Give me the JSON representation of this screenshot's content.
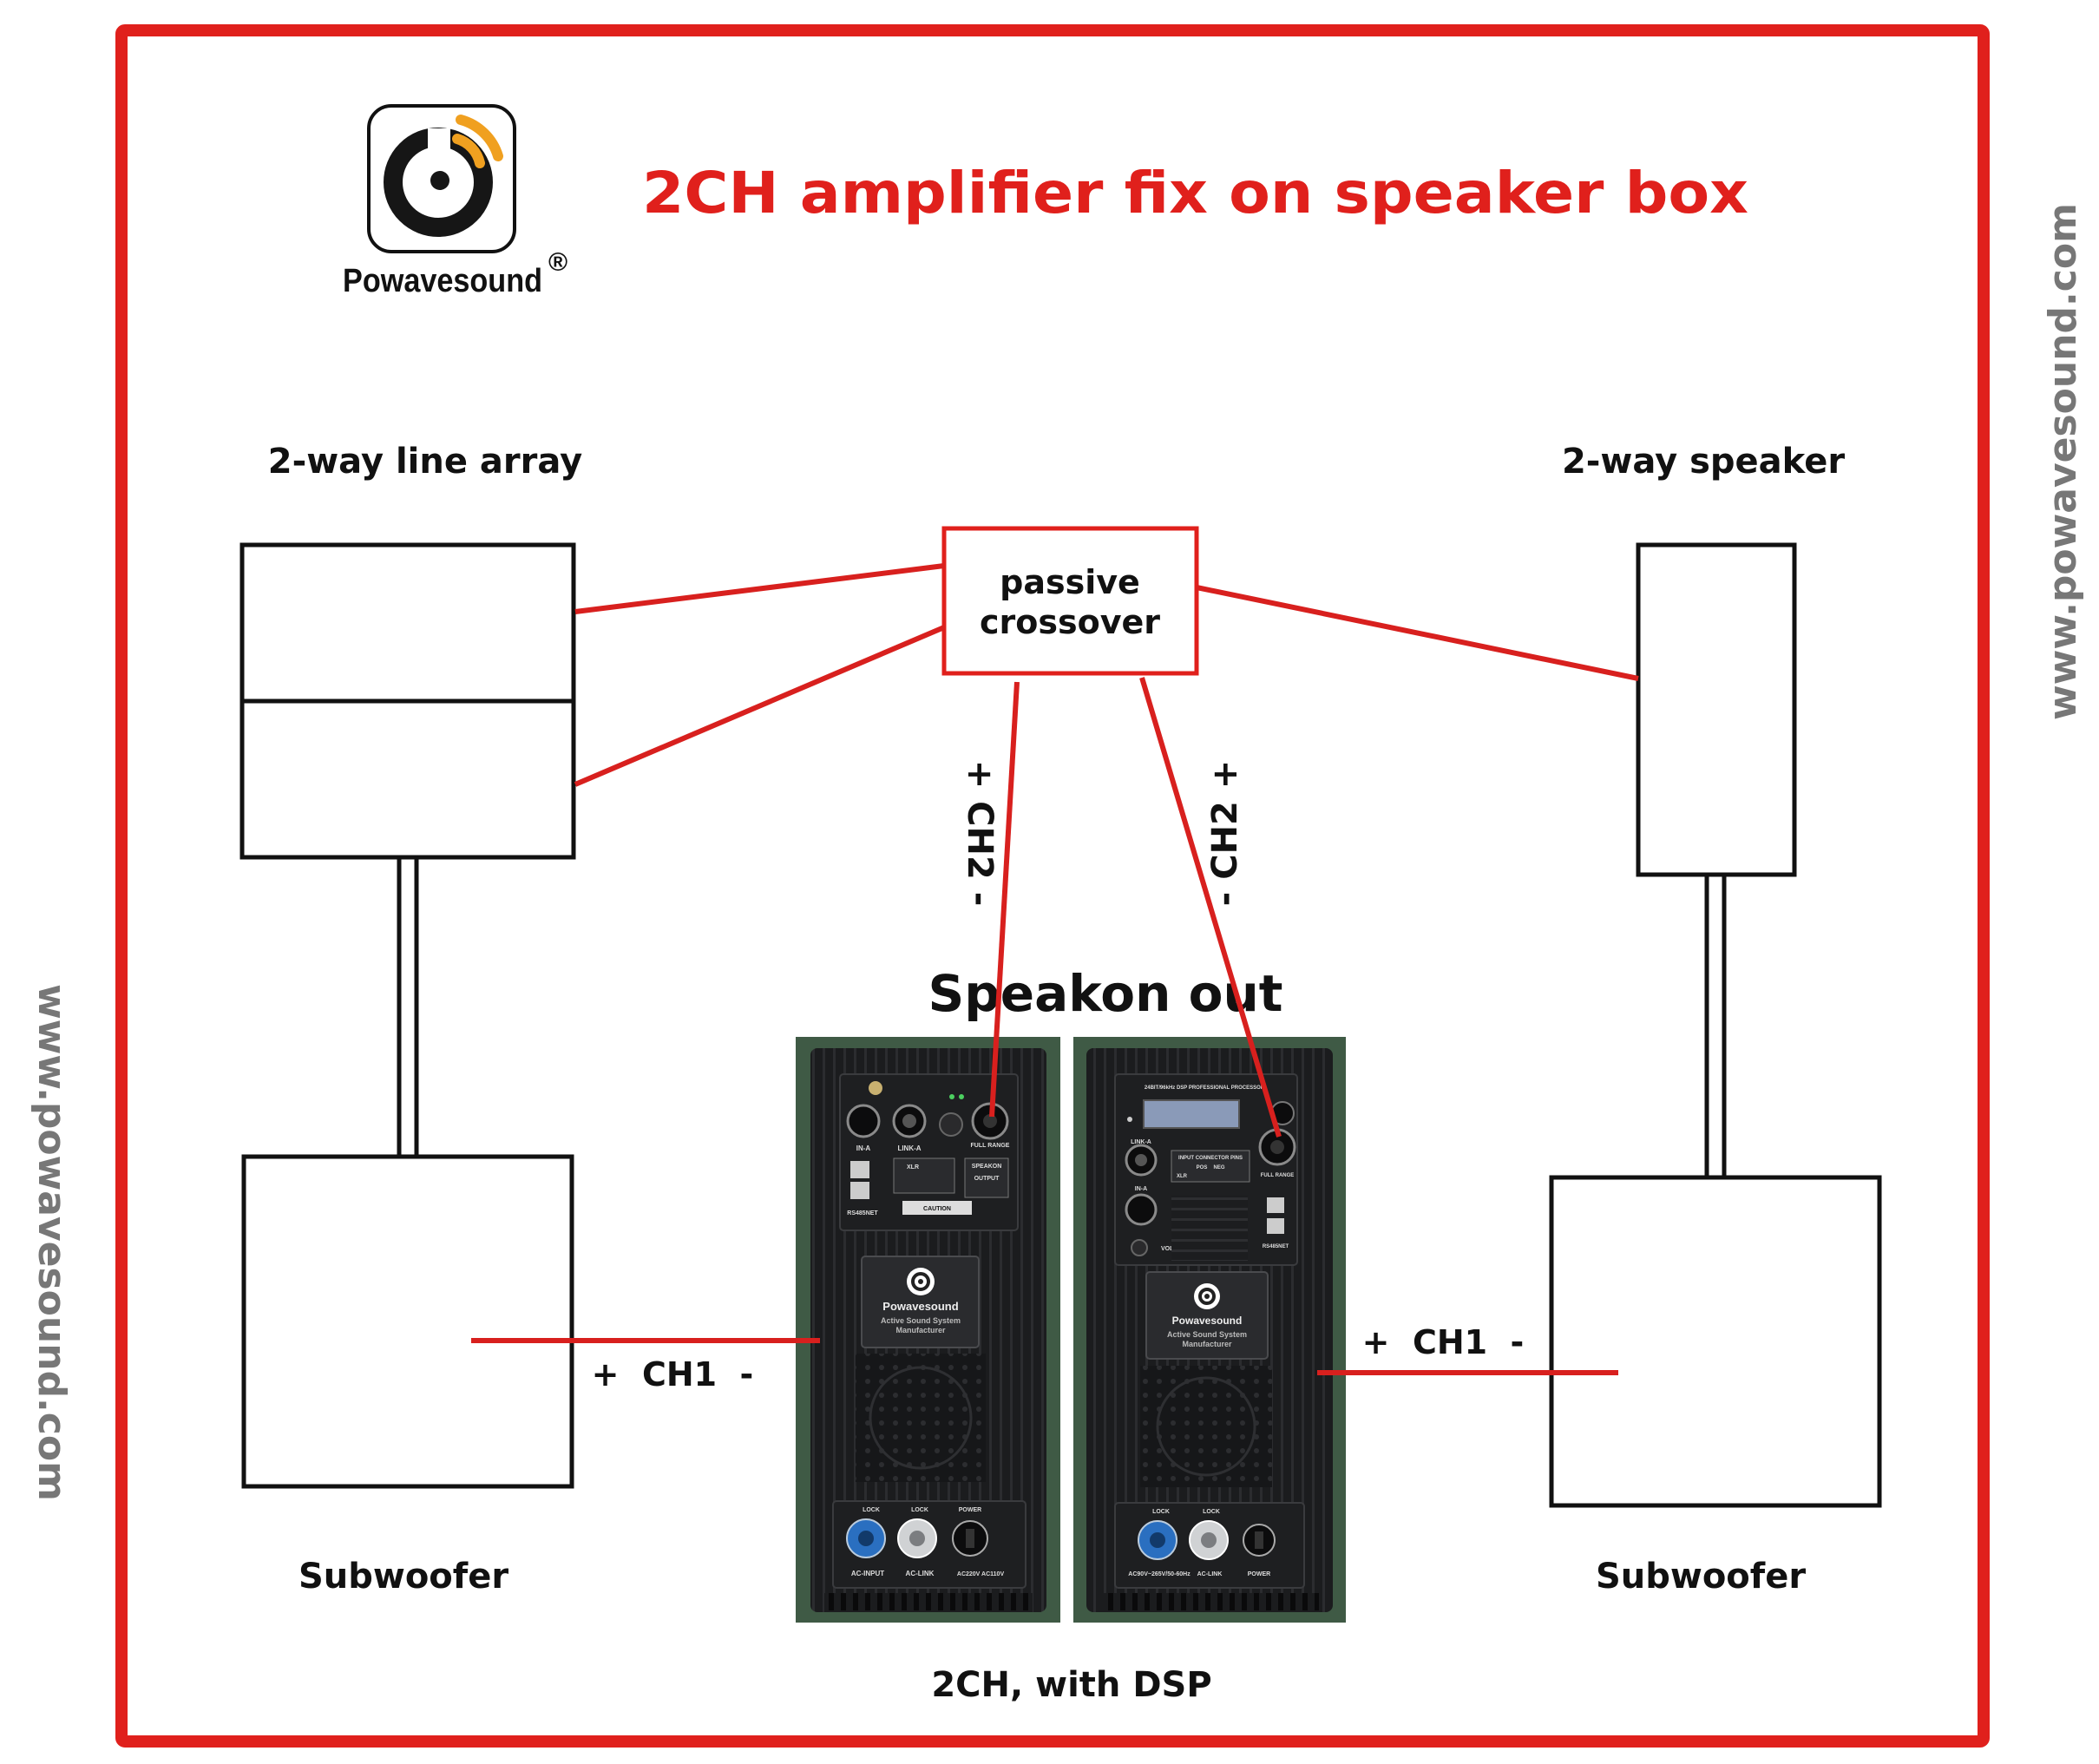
{
  "title": "2CH amplifier fix on speaker box",
  "brand": {
    "name": "Powavesound",
    "registered": "®"
  },
  "watermark": "www.powavesound.com",
  "labels": {
    "line_array": "2-way line array",
    "two_way_speaker": "2-way speaker",
    "crossover_line1": "passive",
    "crossover_line2": "crossover",
    "speakon_out": "Speakon out",
    "subwoofer_left": "Subwoofer",
    "subwoofer_right": "Subwoofer",
    "dsp_caption": "2CH, with DSP",
    "ch2_left": "+ CH2 -",
    "ch2_right": "- CH2 +",
    "ch1_left": "+  CH1  -",
    "ch1_right": "+  CH1  -"
  },
  "amp_left": {
    "brand": "Powavesound",
    "tagline1": "Active Sound System",
    "tagline2": "Manufacturer",
    "in_a": "IN-A",
    "link_a": "LINK-A",
    "full_range": "FULL RANGE",
    "rs485": "RS485NET",
    "xlr": "XLR",
    "speakon": "SPEAKON",
    "output": "OUTPUT",
    "caution": "CAUTION",
    "lock1": "LOCK",
    "lock2": "LOCK",
    "ac_input": "AC-INPUT",
    "ac_link": "AC-LINK",
    "power": "POWER",
    "ac_sel": "AC220V  AC110V"
  },
  "amp_right": {
    "brand": "Powavesound",
    "tagline1": "Active Sound System",
    "tagline2": "Manufacturer",
    "header": "24BIT/96kHz DSP PROFESSIONAL PROCESSOR",
    "link_a": "LINK-A",
    "in_a": "IN-A",
    "vol": "VOL",
    "full_range": "FULL RANGE",
    "rs485": "RS485NET",
    "pin_header": "INPUT CONNECTOR PINS",
    "pos": "POS",
    "neg": "NEG",
    "xlr": "XLR",
    "lock1": "LOCK",
    "lock2": "LOCK",
    "ac_input": "AC90V~265V/50-60Hz",
    "ac_link": "AC-LINK",
    "power": "POWER"
  },
  "colors": {
    "frame_red": "#e0201c",
    "wire_red": "#d8201e",
    "title_red": "#e0201c",
    "panel_dark": "#1c1d1f",
    "panel_bg_green": "#3f5a45",
    "speakon_blue": "#2a6fc0",
    "watermark_gray": "#777777"
  }
}
